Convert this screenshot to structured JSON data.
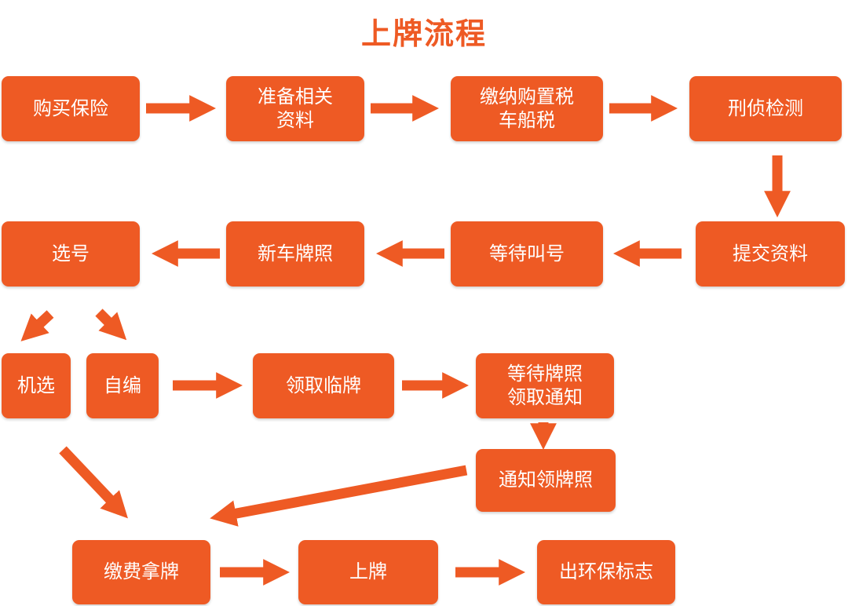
{
  "title": "上牌流程",
  "colors": {
    "accent": "#ee5a24",
    "text": "#ffffff"
  },
  "steps": {
    "buy_insurance": "购买保险",
    "prepare_docs": "准备相关\n资料",
    "pay_tax": "缴纳购置税\n车船税",
    "police_check": "刑侦检测",
    "submit_docs": "提交资料",
    "wait_call": "等待叫号",
    "new_plate": "新车牌照",
    "choose_number": "选号",
    "random_pick": "机选",
    "self_pick": "自编",
    "temp_plate": "领取临牌",
    "wait_notice": "等待牌照\n领取通知",
    "notice_pickup": "通知领牌照",
    "pay_get_plate": "缴费拿牌",
    "mount_plate": "上牌",
    "eco_label": "出环保标志"
  }
}
